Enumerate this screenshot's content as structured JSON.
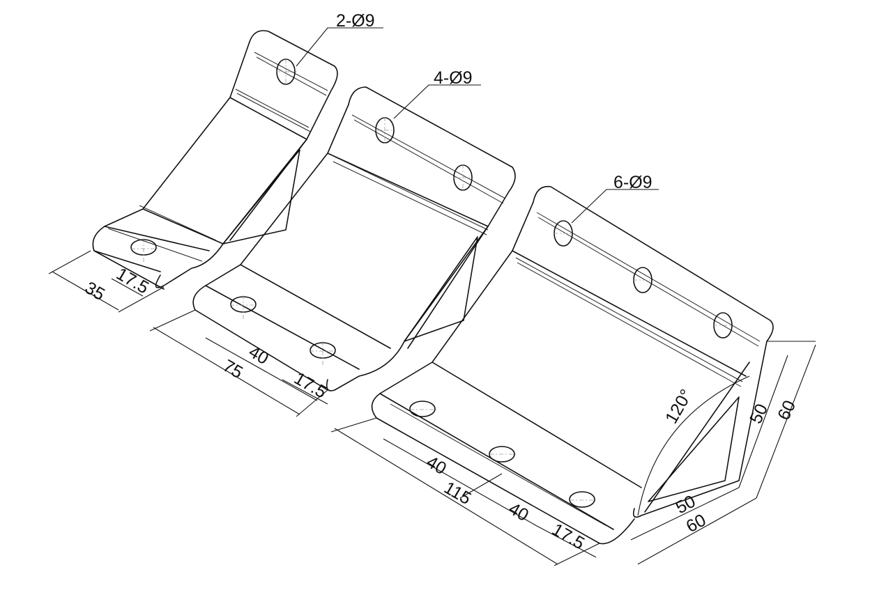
{
  "callouts": {
    "small_holes": "2-Ø9",
    "medium_holes": "4-Ø9",
    "large_holes": "6-Ø9"
  },
  "dimensions": {
    "small": {
      "width": "35",
      "hole_offset": "17.5"
    },
    "medium": {
      "hole_pitch": "40",
      "width": "75",
      "hole_offset": "17.5"
    },
    "large": {
      "hole_pitch_1": "40",
      "width": "115",
      "hole_pitch_2": "40",
      "hole_offset": "17.5"
    },
    "angle": "120°",
    "height_inner": "50",
    "height_outer": "60",
    "depth_inner": "50",
    "depth_outer": "60"
  }
}
